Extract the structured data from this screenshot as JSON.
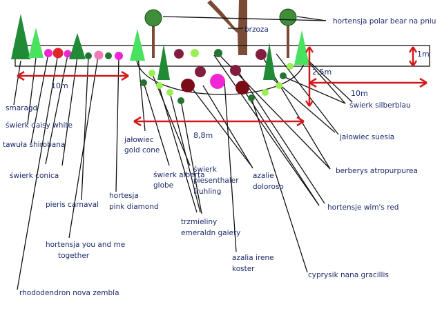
{
  "dimensions": {
    "width_10m_left": "10m",
    "width_8_8m": "8,8m",
    "width_10m_right": "10m",
    "height_1m": "1m",
    "height_2_5m": "2,5m"
  },
  "labels": {
    "hortensja_polar_bear": "hortensja polar bear na pniu",
    "brzoza": "brzoza",
    "smaragd": "smaragd",
    "swierk_daisy_white": "świerk daisy white",
    "tawula_shirobana": "tawuła shirobana",
    "swierk_conica": "świerk conica",
    "pieris_carnaval": "pieris carnaval",
    "hortensja_you_and_me_line1": "hortensja you and me",
    "hortensja_you_and_me_line2": "together",
    "rhododendron": "rhododendron nova zembla",
    "jalowiec_gold_cone_line1": "jałowiec",
    "jalowiec_gold_cone_line2": "gold cone",
    "hortesja_pink_diamond_line1": "hortesja",
    "hortesja_pink_diamond_line2": "pink diamond",
    "swierk_alberta_line1": "świerk alberta",
    "swierk_alberta_line2": "globe",
    "swierk_piesenthaler_line1": "świerk",
    "swierk_piesenthaler_line2": "piesenthaler",
    "swierk_piesenthaler_line3": "fruhling",
    "trzmieliny_line1": "trzmieliny",
    "trzmieliny_line2": "emeraldn gaiety",
    "azalie_doloroso_line1": "azalie",
    "azalie_doloroso_line2": "doloroso",
    "azalia_irene_koster_line1": "azalia irene",
    "azalia_irene_koster_line2": "koster",
    "cyprysik": "cyprysik nana gracillis",
    "hortensje_wims_red": "hortensje wim's red",
    "berberys": "berberys atropurpurea",
    "jalowiec_suesia": "jałowiec suesia",
    "swierk_silberblau": "świerk silberblau"
  },
  "colors": {
    "dimension_line": "#d0191b",
    "label_text": "#1c2a6b",
    "dark_conifer": "#218a36",
    "light_conifer": "#49e25e",
    "small_green_shrub": "#24732f",
    "light_green_shrub": "#9cee55",
    "magenta": "#f026d4",
    "pink": "#f07ab6",
    "red": "#e0242e",
    "dark_red": "#7a0c16",
    "burgundy": "#831d3f",
    "trunk_brown": "#7a4c36"
  }
}
